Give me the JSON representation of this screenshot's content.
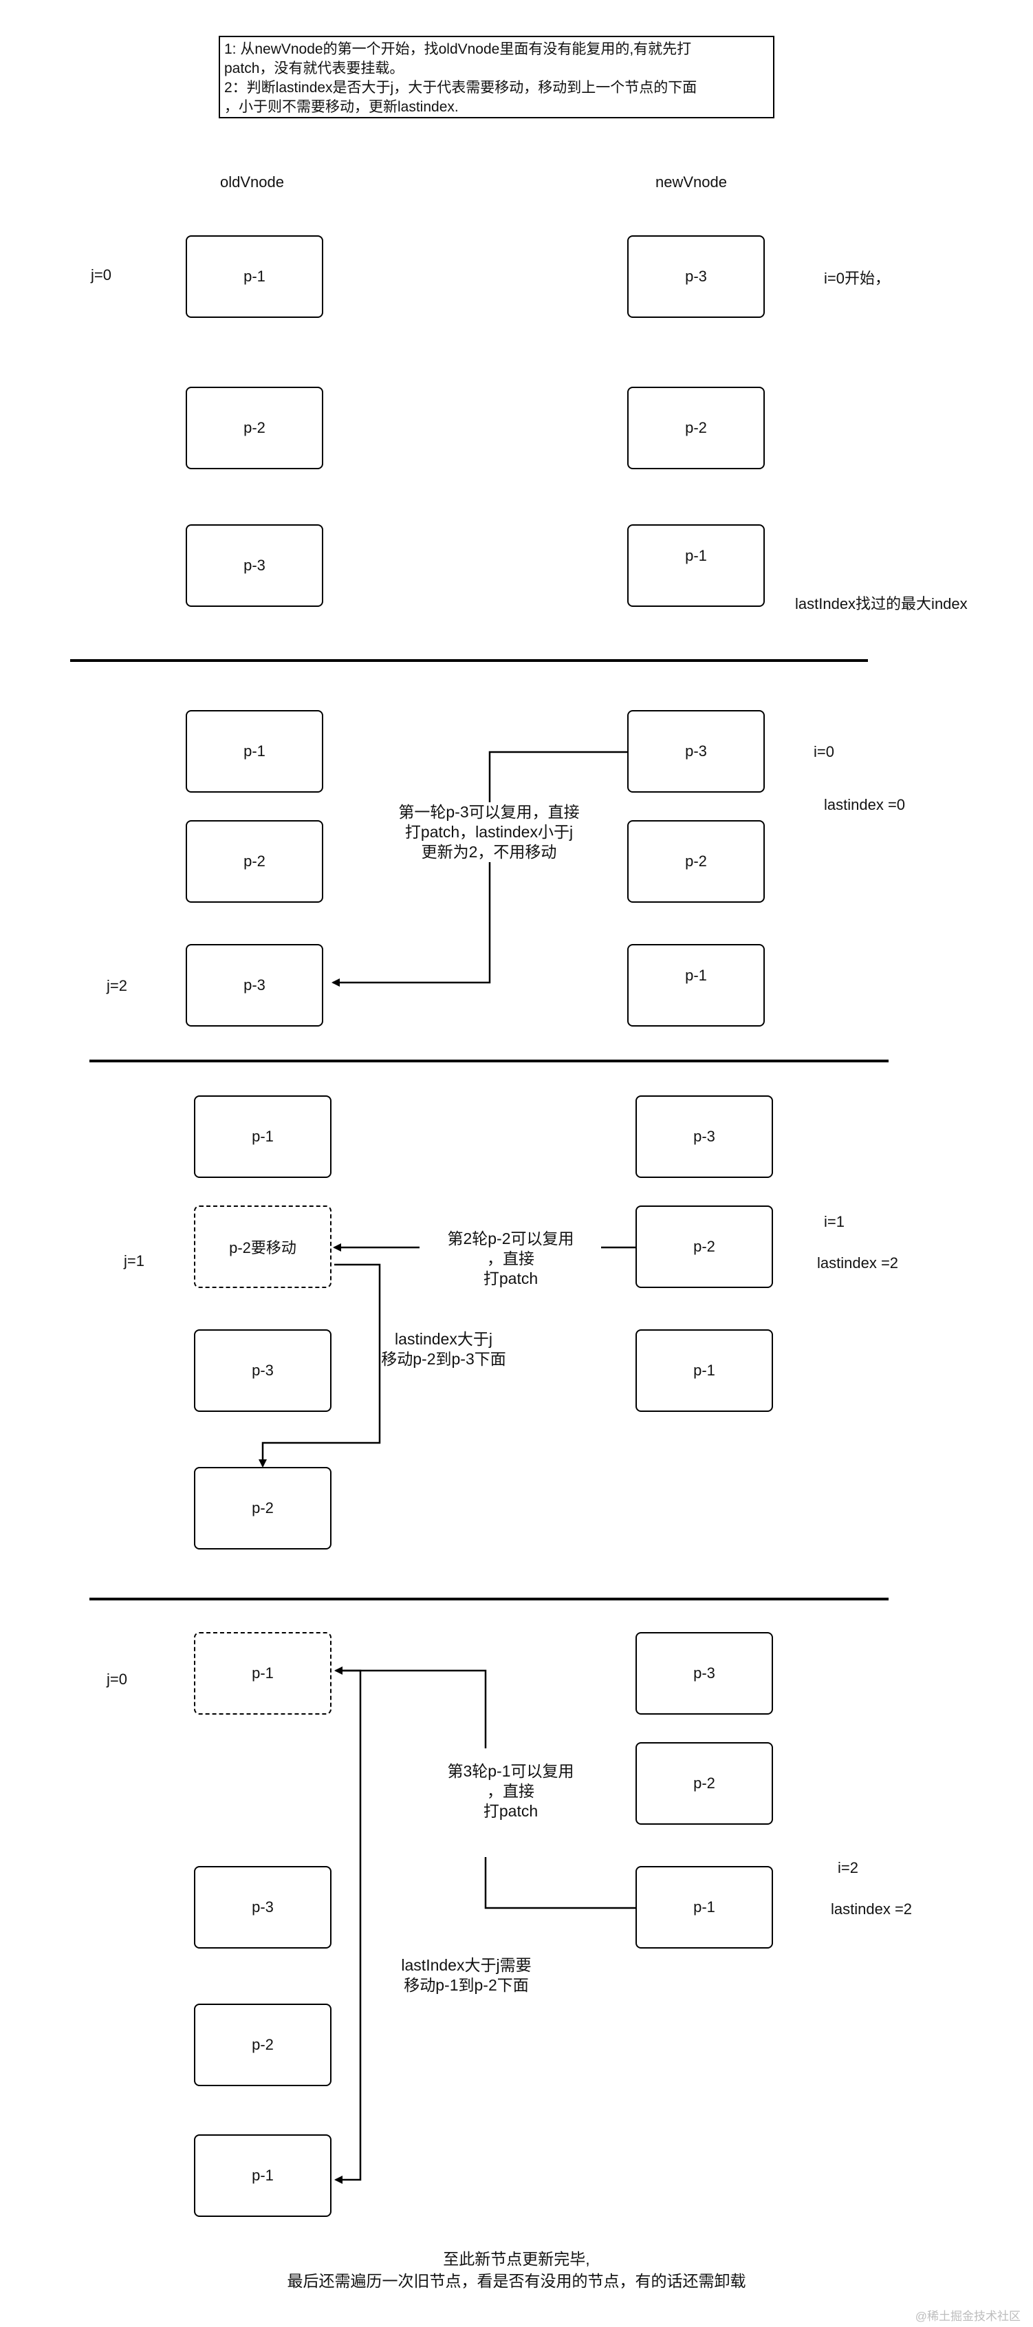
{
  "note": {
    "line1": "1: 从newVnode的第一个开始，找oldVnode里面有没有能复用的,有就先打",
    "line2": "patch，没有就代表要挂载。",
    "line3": "2：判断lastindex是否大于j，大于代表需要移动，移动到上一个节点的下面",
    "line4": "，小于则不需要移动，更新lastindex."
  },
  "headers": {
    "old": "oldVnode",
    "new": "newVnode"
  },
  "section1": {
    "j": "j=0",
    "i": "i=0开始，",
    "last_index_note": "lastIndex找过的最大index",
    "old": [
      "p-1",
      "p-2",
      "p-3"
    ],
    "new": [
      "p-3",
      "p-2",
      "p-1"
    ]
  },
  "section2": {
    "i": "i=0",
    "lastindex": "lastindex =0",
    "j": "j=2",
    "annotation": "第一轮p-3可以复用，直接\n打patch，lastindex小于j\n更新为2，不用移动",
    "old": [
      "p-1",
      "p-2",
      "p-3"
    ],
    "new": [
      "p-3",
      "p-2",
      "p-1"
    ]
  },
  "section3": {
    "i": "i=1",
    "lastindex": "lastindex =2",
    "j": "j=1",
    "annotation": "第2轮p-2可以复用\n，直接\n打patch",
    "move_annotation": "lastindex大于j\n移动p-2到p-3下面",
    "old": [
      "p-1",
      "p-2要移动",
      "p-3",
      "p-2"
    ],
    "new": [
      "p-3",
      "p-2",
      "p-1"
    ]
  },
  "section4": {
    "j": "j=0",
    "i": "i=2",
    "lastindex": "lastindex =2",
    "annotation": "第3轮p-1可以复用\n，直接\n打patch",
    "move_annotation": "lastIndex大于j需要\n移动p-1到p-2下面",
    "old": [
      "p-1",
      "p-3",
      "p-2",
      "p-1"
    ],
    "new": [
      "p-3",
      "p-2",
      "p-1"
    ]
  },
  "final": {
    "line1": "至此新节点更新完毕,",
    "line2": "最后还需遍历一次旧节点，看是否有没用的节点，有的话还需卸载"
  },
  "watermark": "@稀土掘金技术社区"
}
